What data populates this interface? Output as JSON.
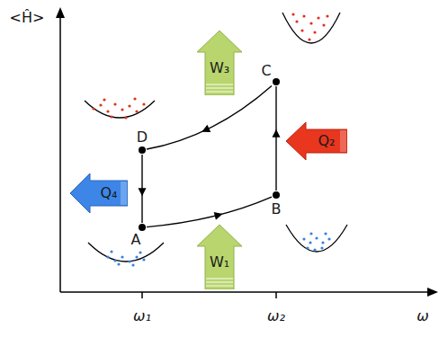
{
  "diagram": {
    "nodes": [
      {
        "text": [
          "W₃"
        ]
      },
      {
        "text": [
          "C"
        ]
      },
      {
        "text": [
          "Q₂"
        ]
      },
      {
        "text": [
          "D"
        ]
      },
      {
        "text": [
          "Q₄"
        ]
      },
      {
        "text": [
          "B"
        ]
      },
      {
        "text": [
          "A"
        ]
      },
      {
        "text": [
          "W₁"
        ]
      }
    ],
    "edges": [
      {
        "from": 6,
        "to": 5,
        "arrow": "to"
      },
      {
        "from": 5,
        "to": 1,
        "arrow": "to"
      },
      {
        "from": 1,
        "to": 3,
        "arrow": "to"
      },
      {
        "from": 3,
        "to": 6,
        "arrow": "to"
      }
    ],
    "labels": [
      "<Ĥ>",
      "ω₁",
      "ω₂",
      "ω"
    ]
  }
}
